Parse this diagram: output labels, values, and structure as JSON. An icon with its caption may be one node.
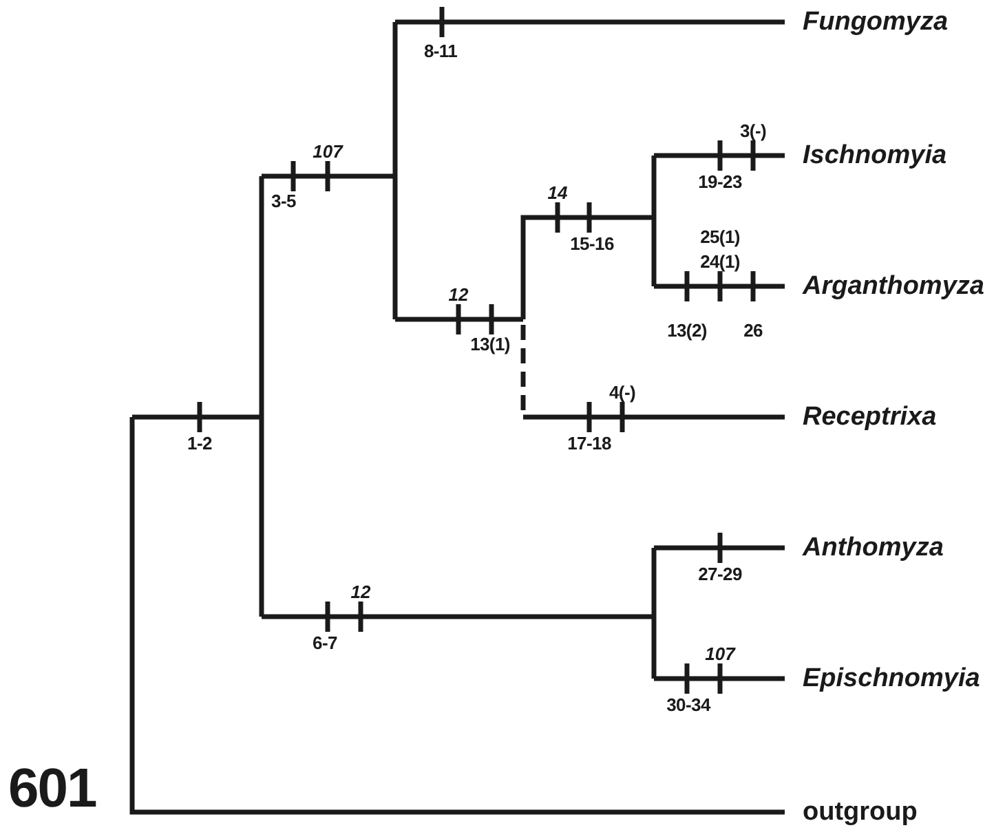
{
  "diagram": {
    "labels": [
      "Fungomyza",
      "8-11",
      "3(-)",
      "107",
      "Ischnomyia",
      "19-23",
      "3-5",
      "14",
      "25(1)",
      "15-16",
      "24(1)",
      "Arganthomyza",
      "12",
      "13(2)",
      "26",
      "13(1)",
      "4(-)",
      "Receptrixa",
      "1-2",
      "17-18",
      "Anthomyza",
      "27-29",
      "12",
      "6-7",
      "107",
      "Epischnomyia",
      "30-34",
      "601",
      "outgroup"
    ]
  }
}
